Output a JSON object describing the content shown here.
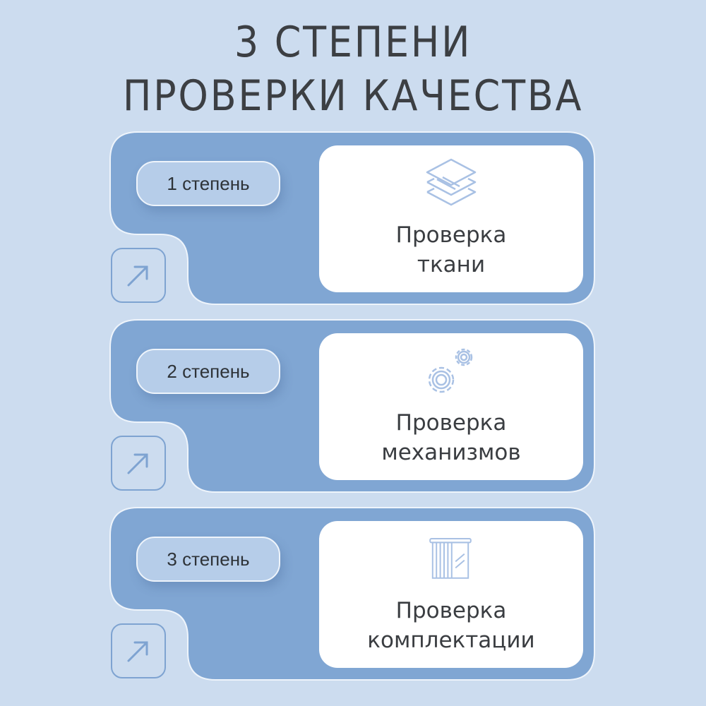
{
  "title": {
    "line1": "3 СТЕПЕНИ",
    "line2": "ПРОВЕРКИ КАЧЕСТВА"
  },
  "colors": {
    "background": "#ccdcef",
    "card": "#80a6d3",
    "badge": "#b6cde9",
    "panel": "#ffffff",
    "icon_stroke": "#a9c1e4",
    "arrow": "#7ea3d1",
    "text": "#3a3d41"
  },
  "stages": [
    {
      "badge": "1 степень",
      "icon": "fabric-layers-icon",
      "line1": "Проверка",
      "line2": "ткани"
    },
    {
      "badge": "2 степень",
      "icon": "gears-icon",
      "line1": "Проверка",
      "line2": "механизмов"
    },
    {
      "badge": "3 степень",
      "icon": "blinds-icon",
      "line1": "Проверка",
      "line2": "комплектации"
    }
  ],
  "arrow_icon": "arrow-up-right-icon"
}
